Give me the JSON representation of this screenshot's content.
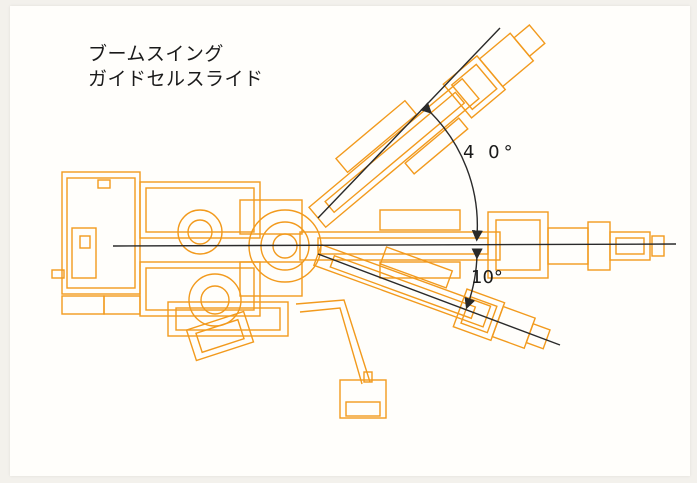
{
  "title": {
    "line1": "ブームスイング",
    "line2": "ガイドセルスライド"
  },
  "angles": {
    "upper": "4 0°",
    "lower": "10°"
  },
  "colors": {
    "machine": "#f29a1d",
    "axis": "#2a2a2a",
    "background": "#fffefb"
  }
}
